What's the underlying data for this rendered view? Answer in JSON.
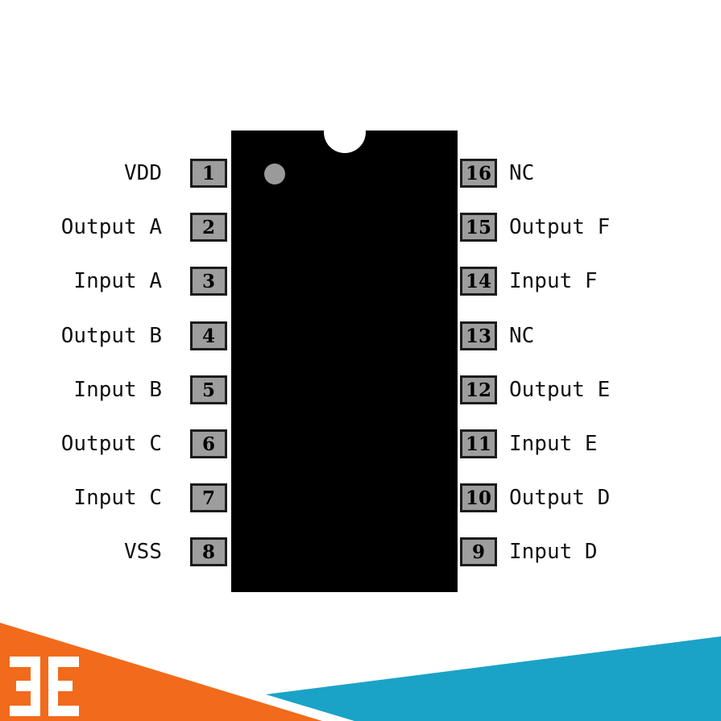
{
  "diagram": {
    "left_pins": [
      {
        "number": "1",
        "label": "VDD"
      },
      {
        "number": "2",
        "label": "Output A"
      },
      {
        "number": "3",
        "label": "Input A"
      },
      {
        "number": "4",
        "label": "Output B"
      },
      {
        "number": "5",
        "label": "Input B"
      },
      {
        "number": "6",
        "label": "Output C"
      },
      {
        "number": "7",
        "label": "Input C"
      },
      {
        "number": "8",
        "label": "VSS"
      }
    ],
    "right_pins": [
      {
        "number": "16",
        "label": "NC"
      },
      {
        "number": "15",
        "label": "Output F"
      },
      {
        "number": "14",
        "label": "Input F"
      },
      {
        "number": "13",
        "label": "NC"
      },
      {
        "number": "12",
        "label": "Output E"
      },
      {
        "number": "11",
        "label": "Input E"
      },
      {
        "number": "10",
        "label": "Output D"
      },
      {
        "number": "9",
        "label": "Input D"
      }
    ]
  },
  "colors": {
    "chip_body": "#000000",
    "pin_fill": "#9d9d9d",
    "banner_orange": "#f26a1b",
    "banner_blue": "#1aa3c6",
    "logo": "#ffffff"
  },
  "icons": {
    "logo": "brand-logo-icon"
  }
}
